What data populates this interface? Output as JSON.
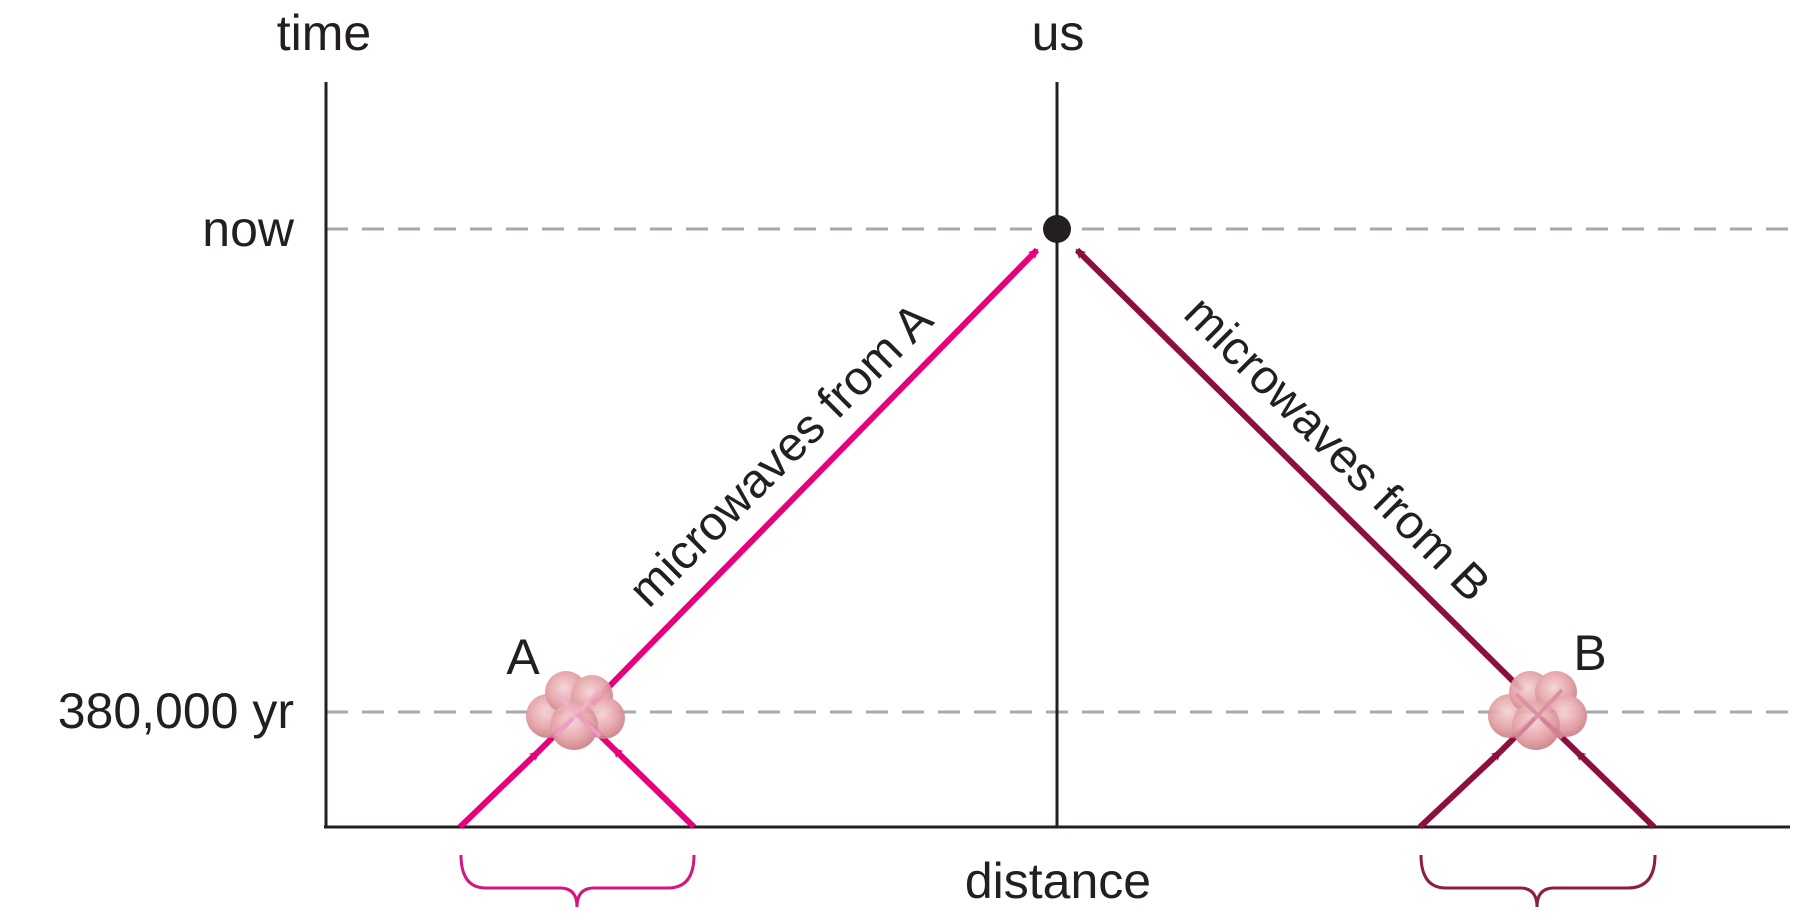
{
  "labels": {
    "time_axis": "time",
    "distance_axis": "distance",
    "us": "us",
    "now": "now",
    "recombination": "380,000 yr",
    "point_a": "A",
    "point_b": "B",
    "microwaves_a": "microwaves from A",
    "microwaves_b": "microwaves from B"
  },
  "colors": {
    "axis": "#231f20",
    "dashed_guides": "#a7a9ac",
    "rays_a": "#e6007e",
    "rays_b": "#8c0f3f",
    "brace_a": "#d4177f",
    "brace_b": "#8c1d45",
    "cloud": "#e3a1a5",
    "observer_dot": "#231f20"
  }
}
